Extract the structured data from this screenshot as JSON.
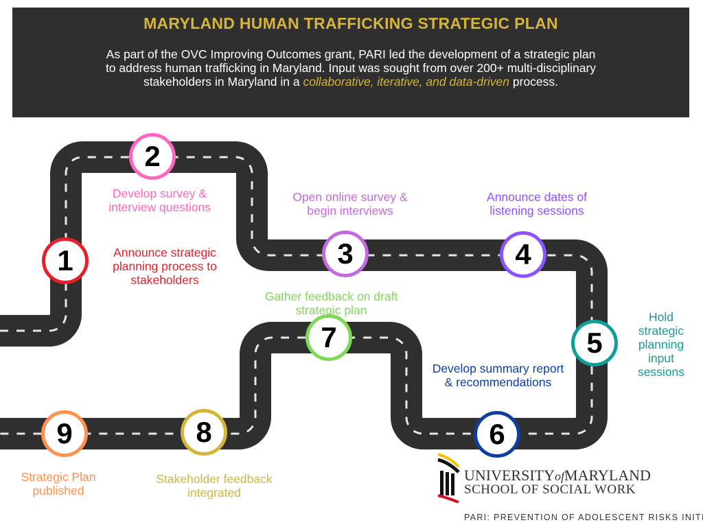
{
  "header": {
    "title": "MARYLAND HUMAN TRAFFICKING STRATEGIC PLAN",
    "intro_plain": "As part of the OVC Improving Outcomes grant, PARI led the  development of a strategic plan to address human trafficking in Maryland. Input was sought from over 200+ multi-disciplinary stakeholders in Maryland in a ",
    "intro_highlight": "collaborative, iterative, and data-driven",
    "intro_end": " process."
  },
  "steps": [
    {
      "num": "1",
      "label": "Announce strategic planning process to stakeholders",
      "color": "#e8202a"
    },
    {
      "num": "2",
      "label": "Develop survey & interview questions",
      "color": "#ff66c4"
    },
    {
      "num": "3",
      "label": "Open online survey & begin interviews",
      "color": "#c46ae0"
    },
    {
      "num": "4",
      "label": "Announce dates of listening sessions",
      "color": "#8c52ff"
    },
    {
      "num": "5",
      "label": "Hold strategic planning input sessions",
      "color": "#0f9e9a"
    },
    {
      "num": "6",
      "label": "Develop summary report & recommendations",
      "color": "#0d3fa0"
    },
    {
      "num": "7",
      "label": "Gather feedback on draft strategic plan",
      "color": "#7ed957"
    },
    {
      "num": "8",
      "label": "Stakeholder feedback integrated",
      "color": "#d4b63a"
    },
    {
      "num": "9",
      "label": "Strategic Plan published",
      "color": "#ff914d"
    }
  ],
  "logo": {
    "line1a": "UNIVERSITY",
    "line1b": "of",
    "line1c": "MARYLAND",
    "line2": "SCHOOL OF SOCIAL WORK"
  },
  "footer": "PARI: PREVENTION OF ADOLESCENT RISKS INITIATIVE"
}
